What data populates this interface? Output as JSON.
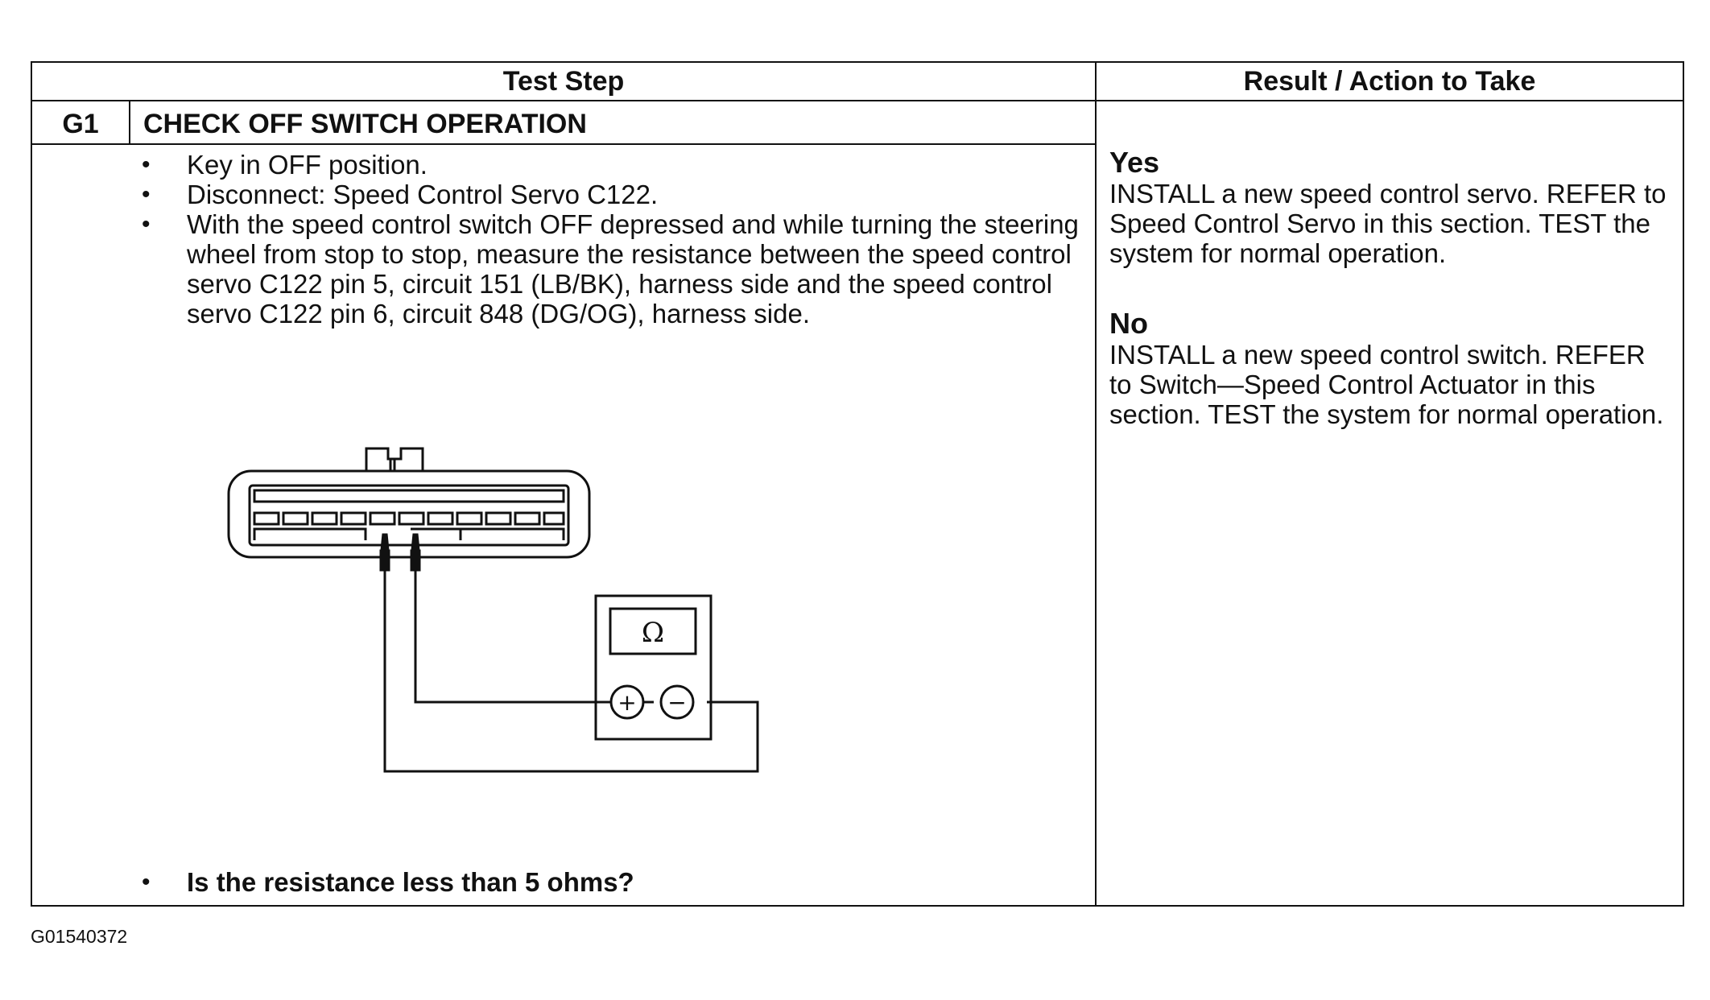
{
  "table": {
    "header_left": "Test Step",
    "header_right": "Result / Action to Take"
  },
  "step": {
    "id": "G1",
    "title": "CHECK OFF SWITCH OPERATION",
    "bullets": [
      "Key in OFF position.",
      "Disconnect: Speed Control Servo C122.",
      "With the speed control switch OFF depressed and while turning the steering wheel from stop to stop, measure the resistance between the speed control servo C122 pin 5, circuit 151 (LB/BK), harness side and the speed control servo C122 pin 6, circuit 848 (DG/OG), harness side."
    ],
    "question": "Is the resistance less than 5 ohms?"
  },
  "diagram": {
    "meter_symbol": "Ω",
    "plus": "+",
    "minus": "−",
    "icons": [
      "connector-icon",
      "ohmmeter-icon"
    ]
  },
  "results": {
    "yes_label": "Yes",
    "yes_text": "INSTALL a new speed control servo. REFER to Speed Control Servo in this section. TEST the system for normal operation.",
    "no_label": "No",
    "no_text": "INSTALL a new speed control switch. REFER to Switch—Speed Control Actuator in this section. TEST the system for normal operation."
  },
  "figure_code": "G01540372"
}
